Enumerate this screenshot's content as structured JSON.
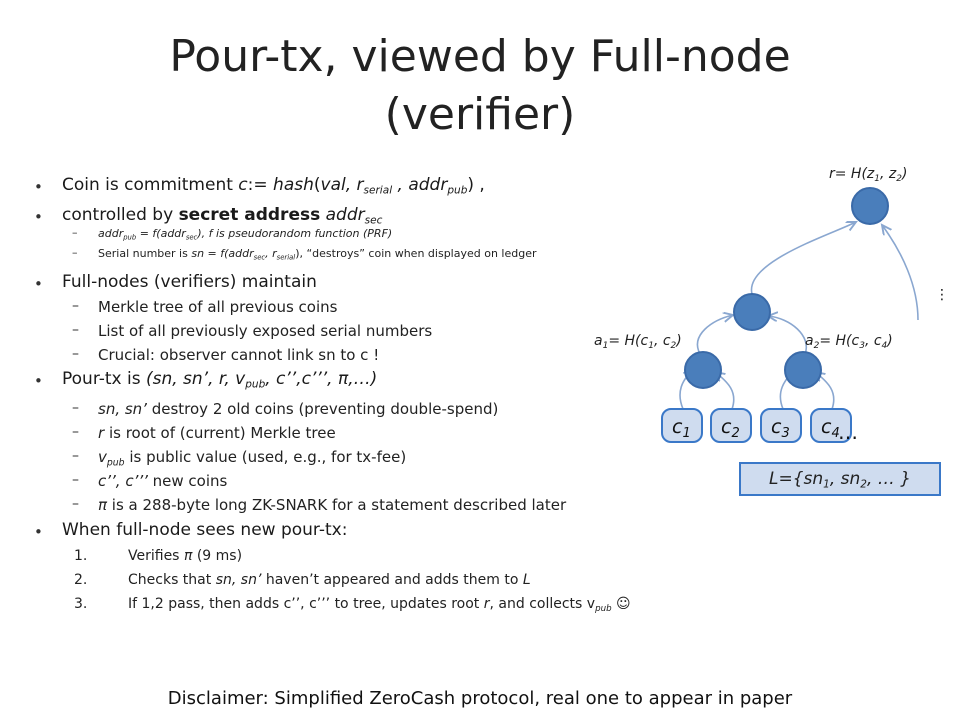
{
  "slide": {
    "title_line1": "Pour-tx, viewed by Full-node",
    "title_line2": "(verifier)",
    "footer": "Disclaimer: Simplified ZeroCash protocol, real one to appear in paper"
  },
  "bullets": {
    "b1": {
      "coin": "Coin",
      "is_commitment": " is commitment ",
      "c_def": "c",
      "assign": ":= ",
      "hash": "hash",
      "open": "(",
      "val": "val, r",
      "serial": "serial",
      "comma_addr": " , addr",
      "pub": "pub",
      "close": ") ,"
    },
    "b2": {
      "controlled": "controlled by ",
      "secret": "secret address",
      "addr": " addr",
      "sec": "sec"
    },
    "b2a": {
      "addr": "addr",
      "pub": "pub",
      "eq": " = f(addr",
      "sec": "sec",
      "rest": "), f is pseudorandom function (PRF)"
    },
    "b2b": {
      "pre": "Serial number is ",
      "sn": "sn = f(addr",
      "sec": "sec",
      "mid": ", r",
      "serial": "serial",
      "post": "), “destroys” coin when displayed on ledger"
    },
    "b3": "Full-nodes (verifiers) maintain",
    "b3a": "Merkle tree of all previous coins",
    "b3b": "List of all previously exposed serial numbers",
    "b3c": "Crucial: observer cannot link sn to c !",
    "b4": {
      "pre": "Pour-tx is ",
      "tuple1": "(sn, sn’, r, v",
      "pub": "pub",
      "tuple2": ", c’’,c’’’, π,…)"
    },
    "b4a": {
      "it": "sn, sn’",
      "rest": " destroy 2 old coins (preventing double-spend)"
    },
    "b4b": {
      "it": "r",
      "rest": " is root of (current) Merkle tree"
    },
    "b4c": {
      "it": "v",
      "sub": "pub",
      "rest": " is public value (used, e.g., for tx-fee)"
    },
    "b4d": {
      "it": "c’’, c’’’",
      "rest": " new coins"
    },
    "b4e": {
      "it": "π",
      "rest": " is a 288-byte long ZK-SNARK for a statement described later"
    },
    "b5": "When full-node sees new pour-tx:",
    "steps": {
      "n1": "1.",
      "s1_pre": "Verifies ",
      "s1_it": "π",
      "s1_post": " (9 ms)",
      "n2": "2.",
      "s2_pre": "Checks that ",
      "s2_it": "sn, sn’",
      "s2_mid": " haven’t appeared and adds them to ",
      "s2_L": "L",
      "n3": "3.",
      "s3_pre": "If 1,2 pass, then adds c’’, c’’’ to tree,  updates root ",
      "s3_r": "r",
      "s3_mid": ", and collects v",
      "s3_sub": "pub",
      "s3_smile": " ☺"
    }
  },
  "tree": {
    "root_label": {
      "pre": "r= H(z",
      "s1": "1",
      "mid": ", z",
      "s2": "2",
      "post": ")"
    },
    "a1_label": {
      "pre": "a",
      "s0": "1",
      "mid": "= H(c",
      "s1": "1",
      "mid2": ", c",
      "s2": "2",
      "post": ")"
    },
    "a2_label": {
      "pre": "a",
      "s0": "2",
      "mid": "= H(c",
      "s1": "3",
      "mid2": ", c",
      "s2": "4",
      "post": ")"
    },
    "leaves": [
      {
        "base": "c",
        "sub": "1"
      },
      {
        "base": "c",
        "sub": "2"
      },
      {
        "base": "c",
        "sub": "3"
      },
      {
        "base": "c",
        "sub": "4"
      }
    ],
    "ellipsis": "…",
    "vdots": "⋮",
    "ledger": {
      "pre": "L={sn",
      "s1": "1",
      "mid": ", sn",
      "s2": "2",
      "post": ", … }"
    },
    "node_color": "#4a7ebb",
    "leaf_fill": "#cfdcef",
    "leaf_stroke": "#3a78c8"
  }
}
